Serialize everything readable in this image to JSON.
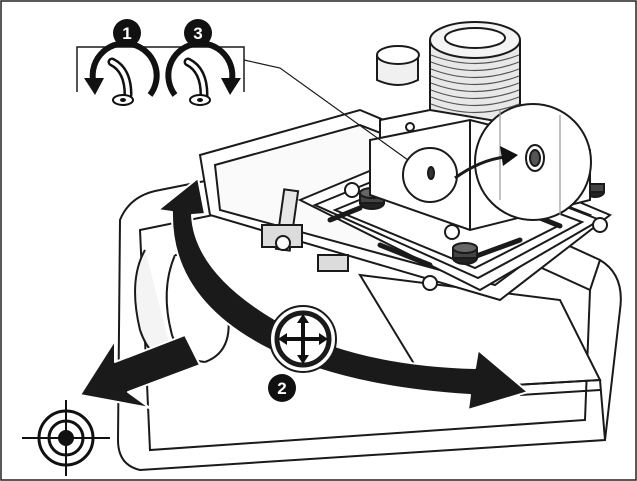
{
  "figure": {
    "steps": [
      {
        "number": "1",
        "icon": "rotate-counterclockwise-wrench-icon"
      },
      {
        "number": "3",
        "icon": "rotate-clockwise-wrench-icon"
      },
      {
        "number": "2",
        "icon": "move-crosshair-icon"
      }
    ],
    "parts": [
      "projector-mount-plate",
      "threaded-pipe-column",
      "adjustment-screw-callout",
      "rotation-arrow",
      "direction-arrow",
      "target-crosshair-icon"
    ],
    "colors": {
      "line": "#1a1a1a",
      "fill": "#ffffff",
      "shade": "#d9d9d9",
      "accent": "#111111"
    }
  }
}
